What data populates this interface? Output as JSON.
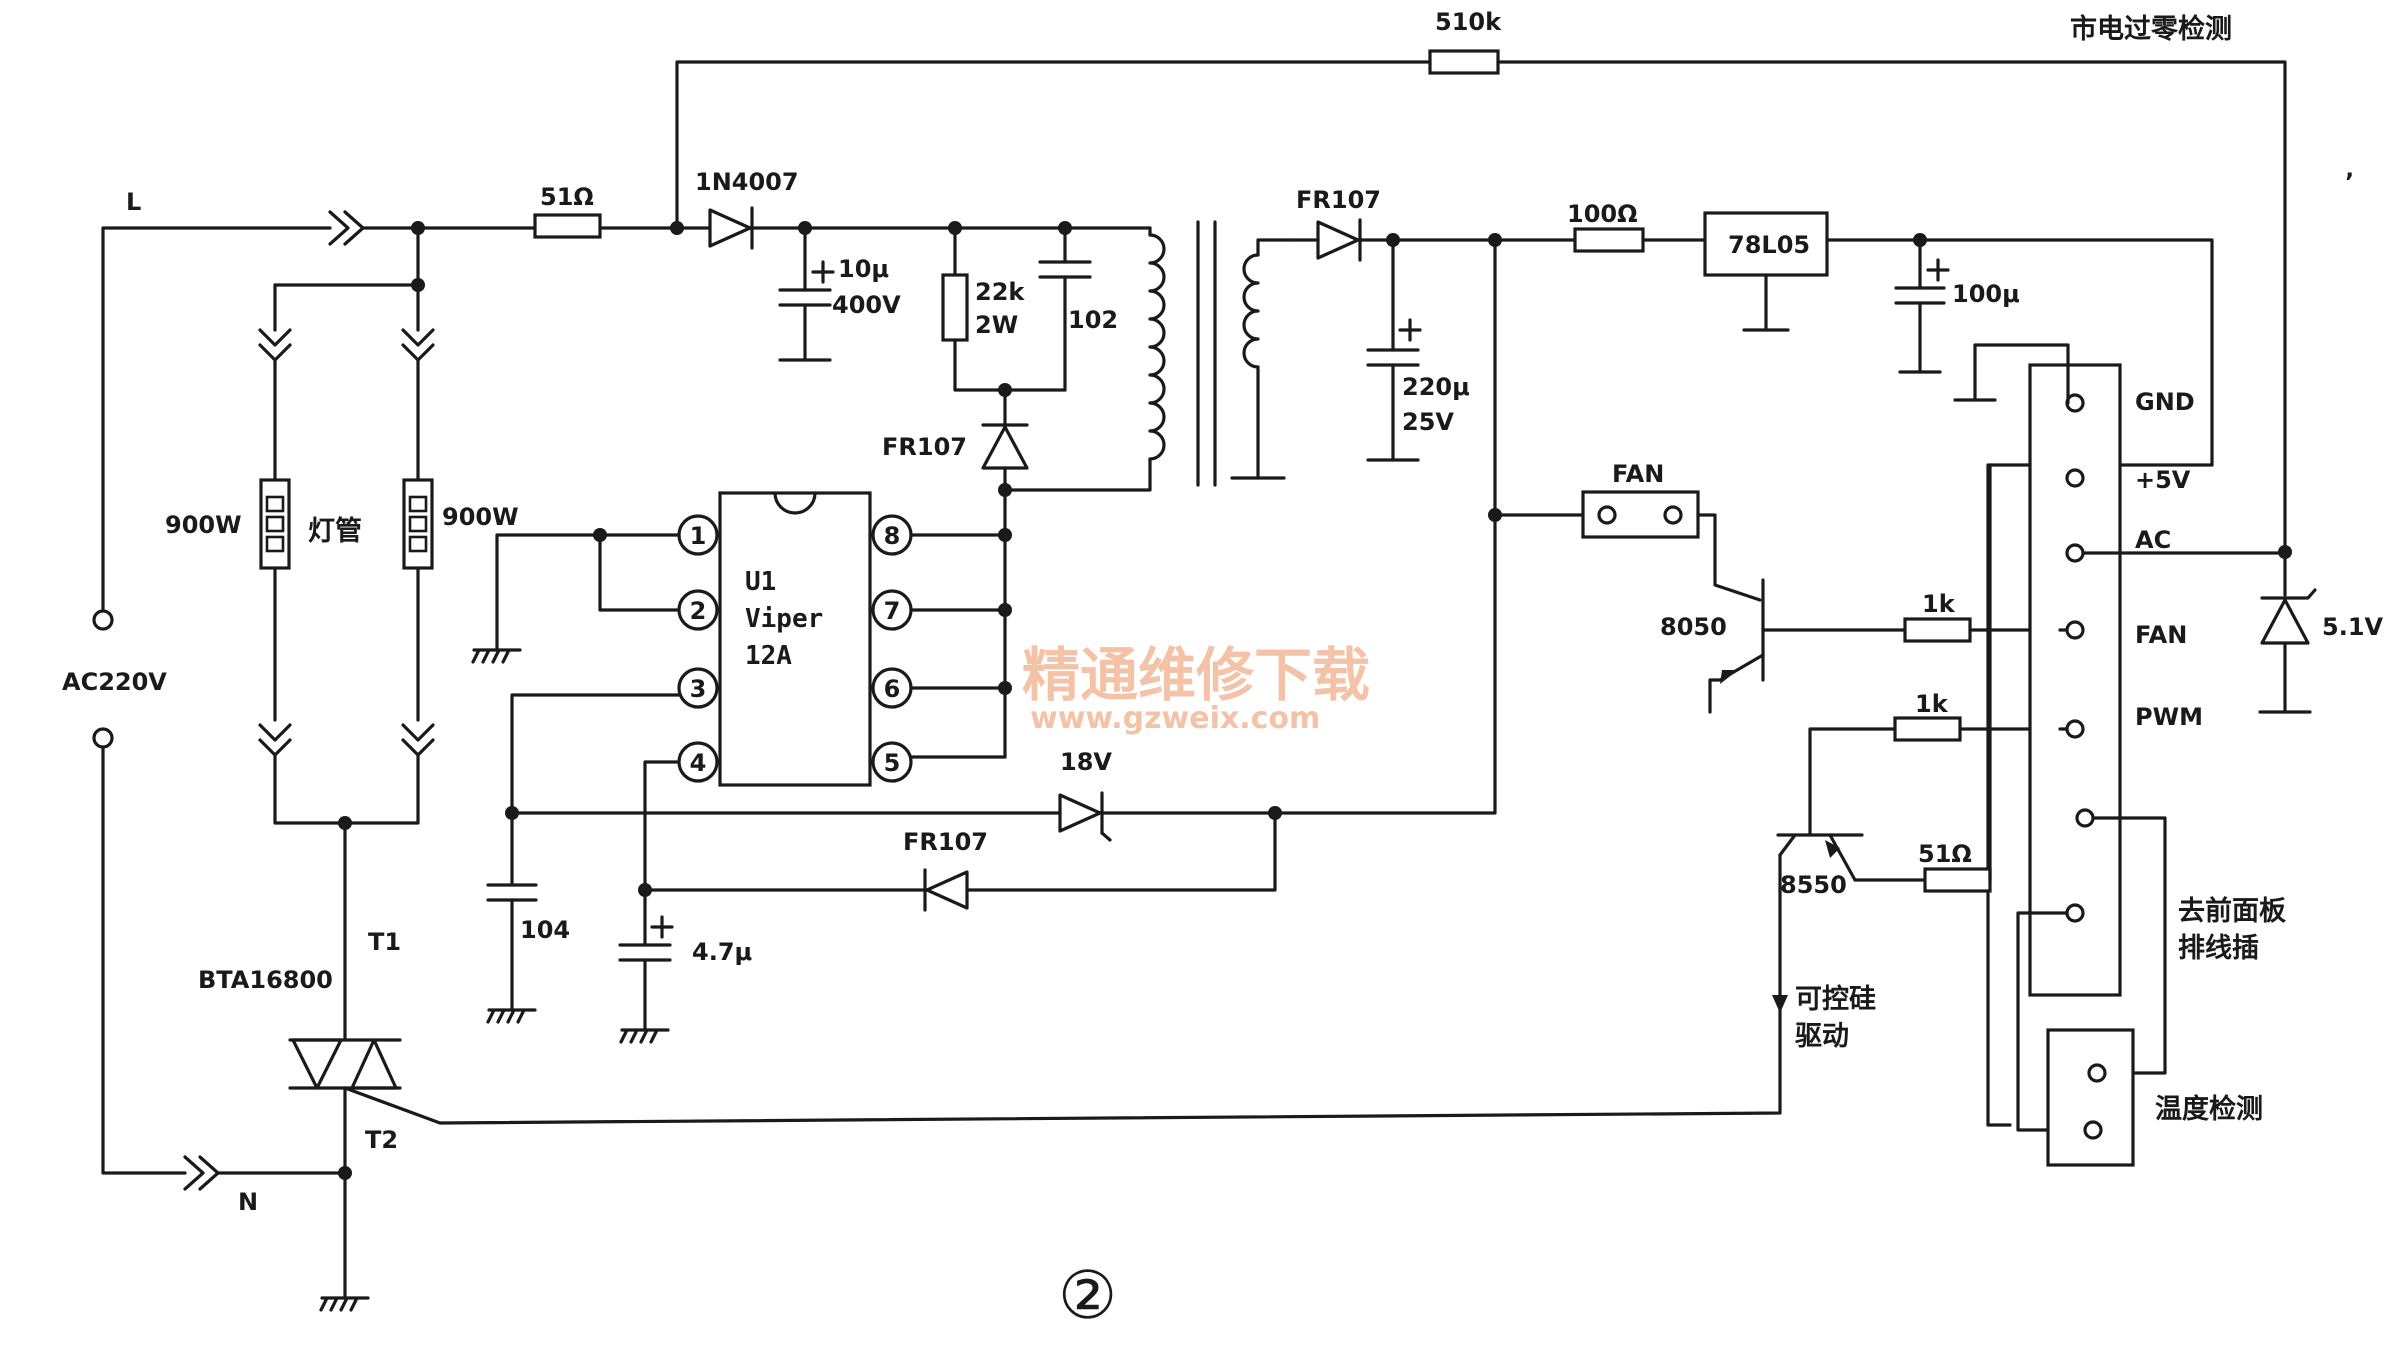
{
  "figure_number": "②",
  "watermark": {
    "line1": "精通维修下载",
    "line2": "www.gzweix.com"
  },
  "labels": {
    "line_L": "L",
    "line_N": "N",
    "ac_input": "AC220V",
    "r_51_input": "51Ω",
    "diode_1n4007": "1N4007",
    "cap_10u_val": "10μ",
    "cap_10u_volt": "400V",
    "res_22k_val": "22k",
    "res_22k_pwr": "2W",
    "cap_102": "102",
    "diode_fr107_snubber": "FR107",
    "diode_fr107_sec": "FR107",
    "cap_220u_val": "220μ",
    "cap_220u_volt": "25V",
    "res_100": "100Ω",
    "reg_78l05": "78L05",
    "cap_100u": "100μ",
    "res_510k": "510k",
    "zero_cross": "市电过零检测",
    "heater_left_w": "900W",
    "heater_right_w": "900W",
    "lamp": "灯管",
    "ic_line1": "U1",
    "ic_line2": "Viper",
    "ic_line3": "12A",
    "zener_18v": "18V",
    "diode_fr107_aux": "FR107",
    "cap_104": "104",
    "cap_4u7": "4.7μ",
    "fan_connector": "FAN",
    "trans_8050": "8050",
    "res_1k_fan": "1k",
    "res_1k_pwm": "1k",
    "trans_8550": "8550",
    "res_51_base": "51Ω",
    "triac_part": "BTA16800",
    "triac_t1": "T1",
    "triac_t2": "T2",
    "triac_drive_1": "可控硅",
    "triac_drive_2": "驱动",
    "zener_5v1": "5.1V",
    "header_gnd": "GND",
    "header_5v": "+5V",
    "header_ac": "AC",
    "header_fan": "FAN",
    "header_pwm": "PWM",
    "front_panel_1": "去前面板",
    "front_panel_2": "排线插",
    "temp_detect": "温度检测"
  },
  "ic_pins": [
    "1",
    "2",
    "3",
    "4",
    "5",
    "6",
    "7",
    "8"
  ]
}
